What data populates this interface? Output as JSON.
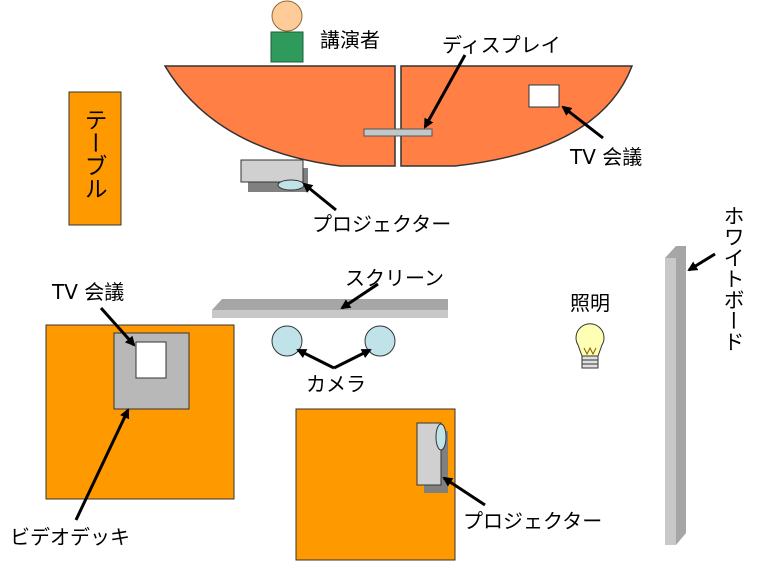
{
  "labels": {
    "speaker": "講演者",
    "display": "ディスプレイ",
    "tv_conf_top": "TV 会議",
    "table": "テーブル",
    "projector_top": "プロジェクター",
    "screen": "スクリーン",
    "tv_conf_left": "TV 会議",
    "lighting": "照明",
    "camera": "カメラ",
    "video_deck": "ビデオデッキ",
    "projector_bottom": "プロジェクター",
    "whiteboard": "ホワイトボード"
  },
  "colors": {
    "desk_orange": "#FF7F45",
    "table_orange": "#FF9900",
    "gray": "#A6A6A6",
    "camera_blue": "#BFE3E8",
    "bulb": "#FFFFB3",
    "speaker_head": "#FFCC99",
    "speaker_body": "#2E9B5C"
  }
}
